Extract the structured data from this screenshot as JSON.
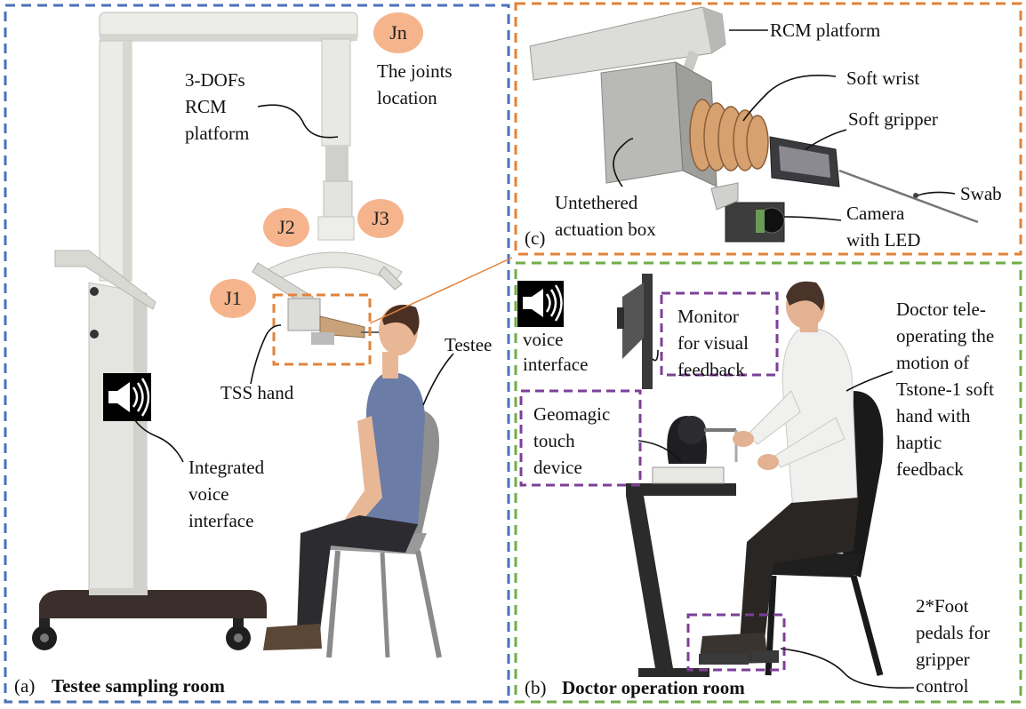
{
  "colors": {
    "panel_a": "#4a72b8",
    "panel_b": "#72ad47",
    "panel_c": "#e2833a",
    "highlight": "#7d3f98",
    "joint_fill": "#f6b48c",
    "stand": "#e6e6e3",
    "base": "#3a2f2a"
  },
  "legend": {
    "jn": "Jn",
    "caption_line1": "The joints",
    "caption_line2": "location"
  },
  "joints": [
    "J1",
    "J2",
    "J3"
  ],
  "panel_a": {
    "tag": "(a)",
    "title": "Testee sampling room",
    "rcm_line1": "3-DOFs",
    "rcm_line2": "RCM",
    "rcm_line3": "platform",
    "tss_hand": "TSS hand",
    "testee": "Testee",
    "voice_line1": "Integrated",
    "voice_line2": "voice",
    "voice_line3": "interface"
  },
  "panel_b": {
    "tag": "(b)",
    "title": "Doctor operation room",
    "voice_line1": "voice",
    "voice_line2": "interface",
    "monitor_line1": "Monitor",
    "monitor_line2": "for visual",
    "monitor_line3": "feedback",
    "geomagic_line1": "Geomagic",
    "geomagic_line2": "touch",
    "geomagic_line3": "device",
    "doctor_line1": "Doctor tele-",
    "doctor_line2": "operating the",
    "doctor_line3": "motion of",
    "doctor_line4": "Tstone-1 soft",
    "doctor_line5": "hand with",
    "doctor_line6": "haptic",
    "doctor_line7": "feedback",
    "pedal_line1": "2*Foot",
    "pedal_line2": "pedals for",
    "pedal_line3": "gripper",
    "pedal_line4": "control"
  },
  "panel_c": {
    "tag": "(c)",
    "rcm": "RCM platform",
    "soft_wrist": "Soft wrist",
    "soft_gripper": "Soft gripper",
    "swab": "Swab",
    "box_line1": "Untethered",
    "box_line2": "actuation box",
    "camera_line1": "Camera",
    "camera_line2": "with LED"
  }
}
